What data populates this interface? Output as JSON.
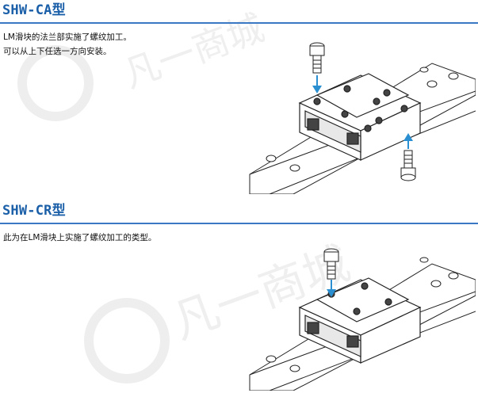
{
  "sections": [
    {
      "title": "SHW-CA型",
      "lines": [
        "LM滑块的法兰部实施了螺纹加工。",
        "可以从上下任选一方向安装。"
      ]
    },
    {
      "title": "SHW-CR型",
      "lines": [
        "此为在LM滑块上实施了螺纹加工的类型。"
      ]
    }
  ],
  "watermark_text": "凡一商城",
  "colors": {
    "title": "#1a5fa8",
    "rule": "#3b78c4",
    "arrow": "#2a8fd0",
    "watermark": "#ececec"
  },
  "icons": [
    "arrow-down-icon",
    "arrow-up-icon",
    "bolt-icon",
    "watermark-logo-icon"
  ]
}
